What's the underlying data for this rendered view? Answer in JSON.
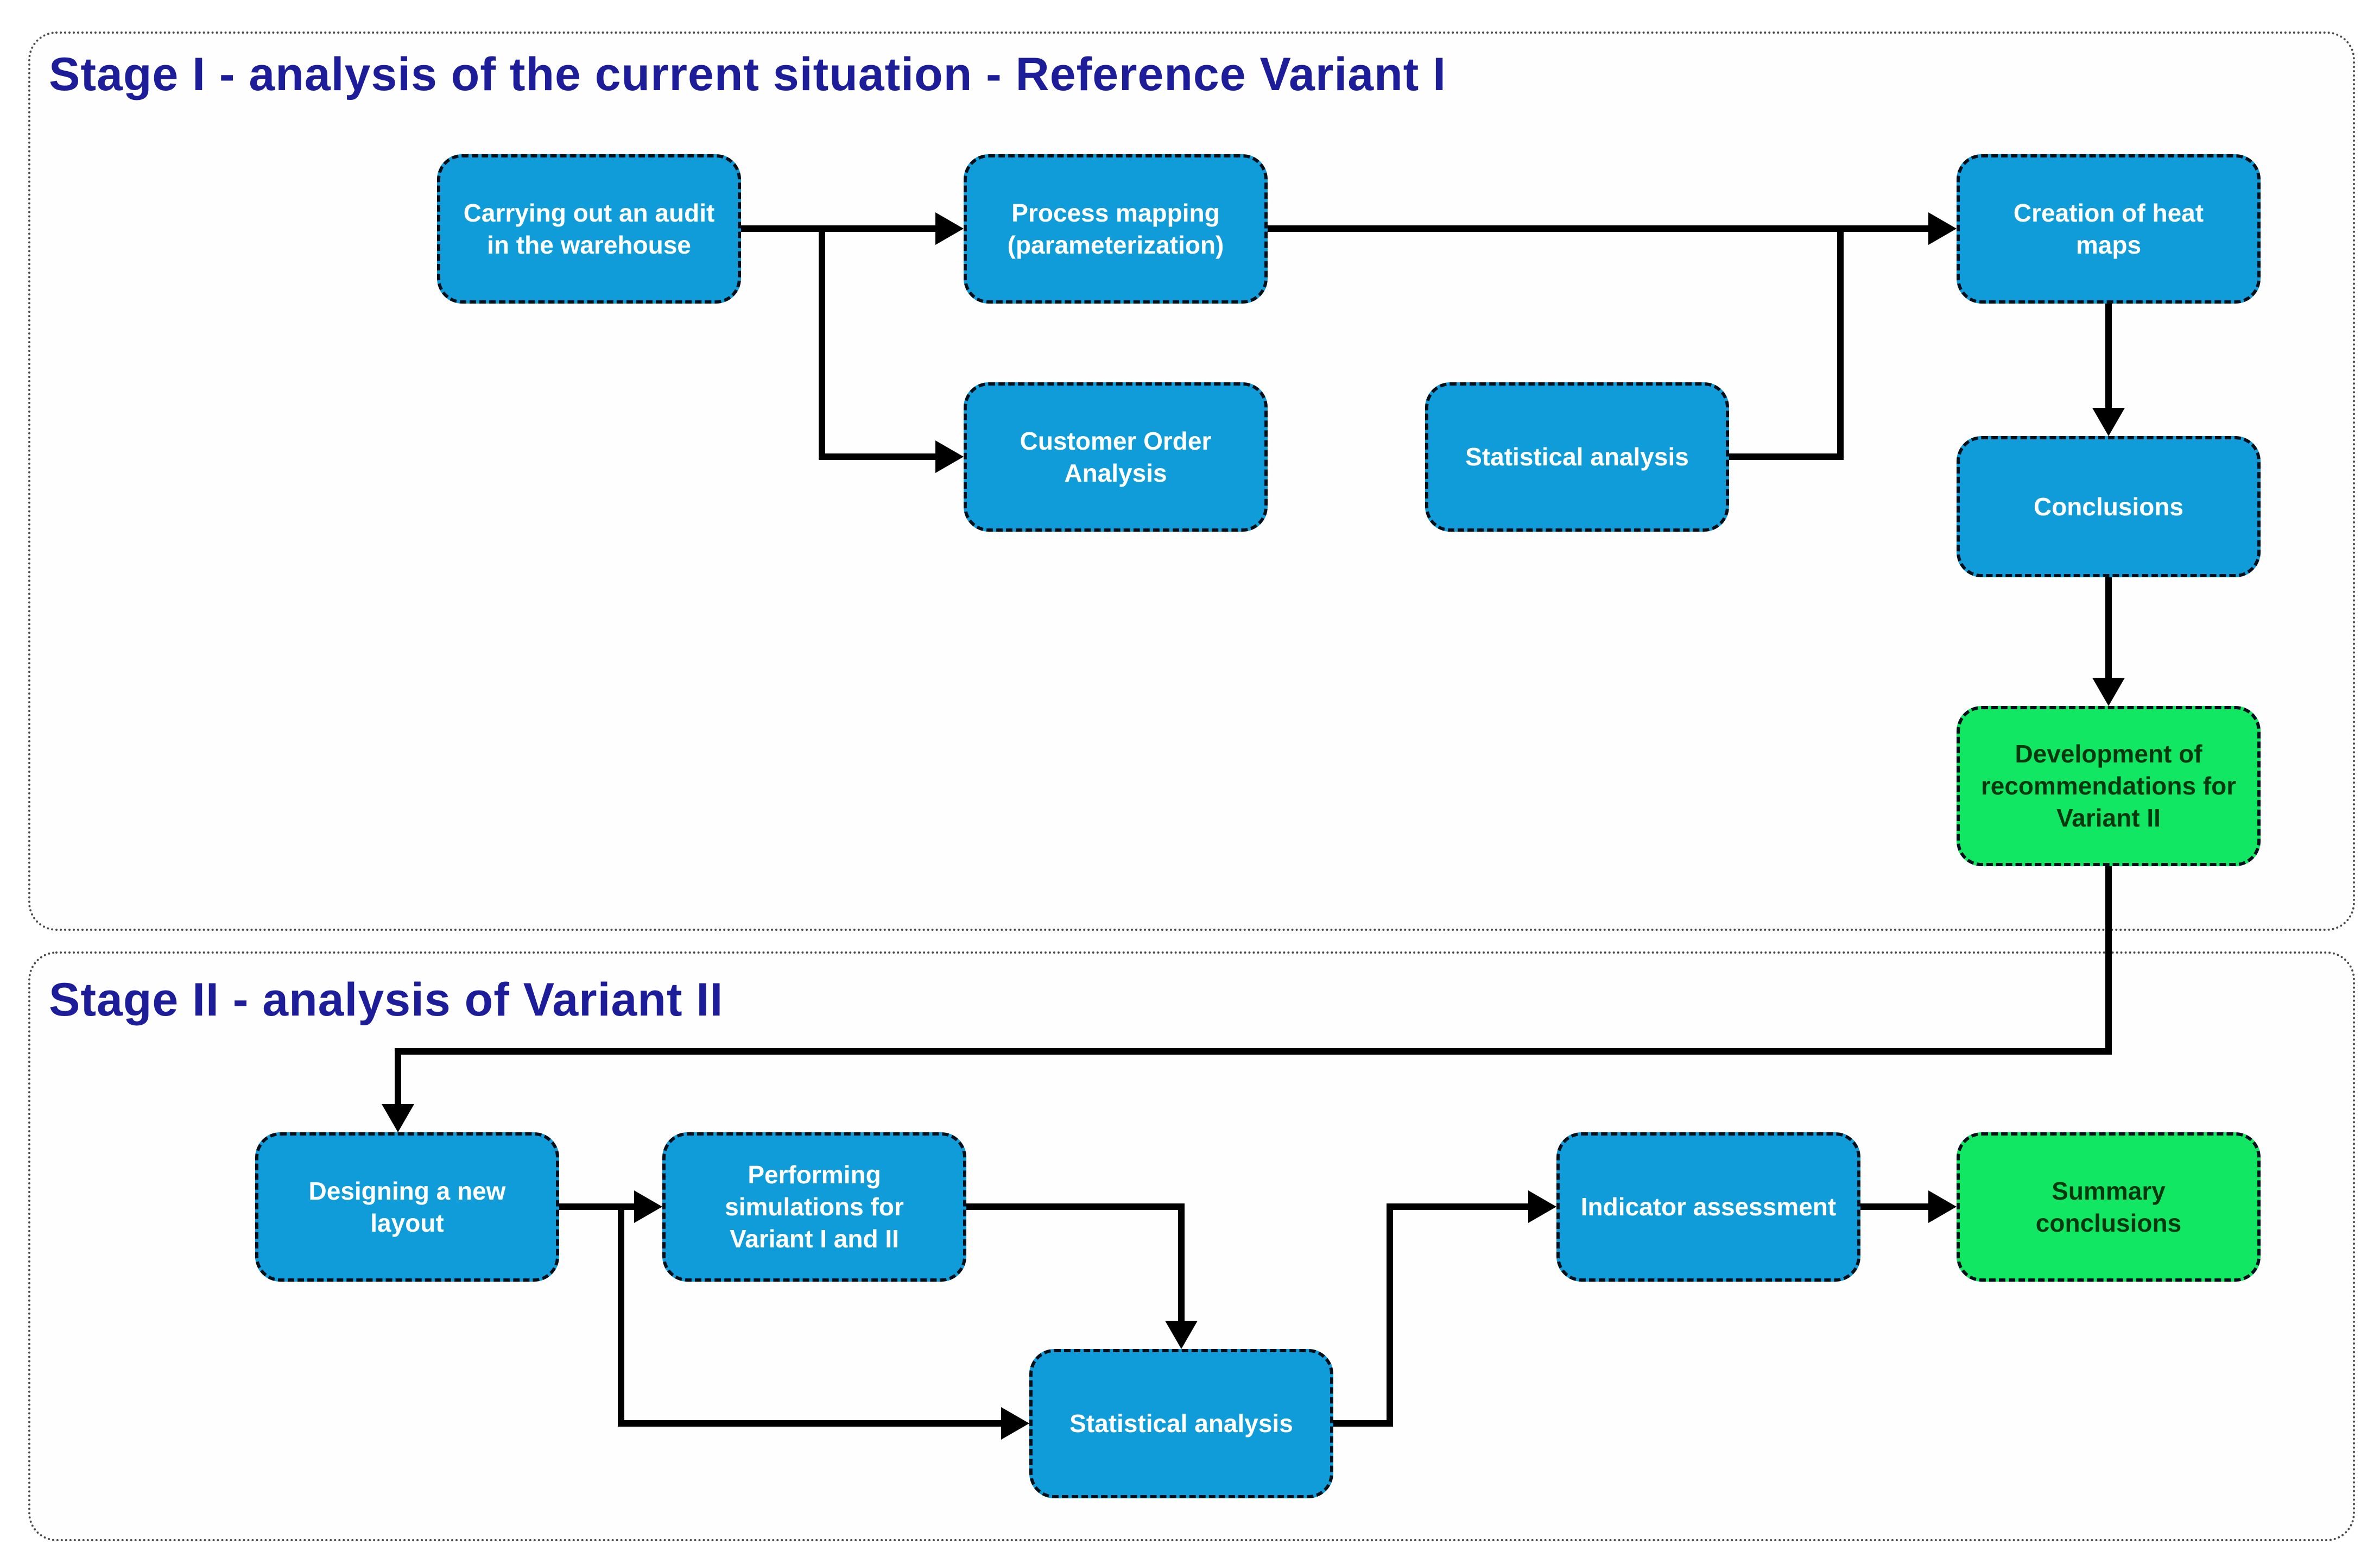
{
  "diagram": {
    "type": "flowchart",
    "colors": {
      "process_box_fill": "#109cd9",
      "process_box_text": "#ffffff",
      "output_box_fill": "#11e763",
      "output_box_text": "#04380e",
      "box_border": "#02101c",
      "stage_title_text": "#1d1d99",
      "connector": "#000000",
      "panel_border": "#4a4a4a",
      "background": "#ffffff"
    }
  },
  "stage1": {
    "title": "Stage I - analysis of the current situation - Reference Variant I",
    "nodes": [
      {
        "id": "audit",
        "label": "Carrying out an audit in the warehouse",
        "type": "process"
      },
      {
        "id": "process",
        "label": "Process mapping (parameterization)",
        "type": "process"
      },
      {
        "id": "customer",
        "label": "Customer Order Analysis",
        "type": "process"
      },
      {
        "id": "stat1",
        "label": "Statistical analysis",
        "type": "process"
      },
      {
        "id": "heat",
        "label": "Creation of heat maps",
        "type": "process"
      },
      {
        "id": "conclusions",
        "label": "Conclusions",
        "type": "process"
      },
      {
        "id": "dev",
        "label": "Development of recommendations for Variant II",
        "type": "output"
      }
    ]
  },
  "stage2": {
    "title": "Stage II - analysis of Variant II",
    "nodes": [
      {
        "id": "design",
        "label": "Designing a new layout",
        "type": "process"
      },
      {
        "id": "perform",
        "label": "Performing simulations for Variant I and II",
        "type": "process"
      },
      {
        "id": "stat2",
        "label": "Statistical analysis",
        "type": "process"
      },
      {
        "id": "indicator",
        "label": "Indicator assessment",
        "type": "process"
      },
      {
        "id": "summary",
        "label": "Summary conclusions",
        "type": "output"
      }
    ]
  },
  "edges": [
    {
      "from": "audit",
      "to": "process"
    },
    {
      "from": "audit",
      "to": "customer"
    },
    {
      "from": "process",
      "to": "heat"
    },
    {
      "from": "customer",
      "to": "stat1"
    },
    {
      "from": "stat1",
      "to": "heat"
    },
    {
      "from": "heat",
      "to": "conclusions"
    },
    {
      "from": "conclusions",
      "to": "dev"
    },
    {
      "from": "dev",
      "to": "design"
    },
    {
      "from": "design",
      "to": "perform"
    },
    {
      "from": "design",
      "to": "stat2"
    },
    {
      "from": "perform",
      "to": "stat2"
    },
    {
      "from": "stat2",
      "to": "indicator"
    },
    {
      "from": "indicator",
      "to": "summary"
    }
  ]
}
